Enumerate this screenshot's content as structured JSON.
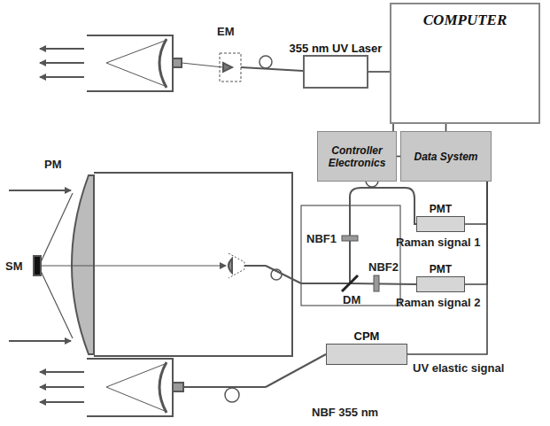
{
  "diagram": {
    "nodes": [
      {
        "text": [
          "COMPUTER"
        ]
      },
      {
        "text": [
          "355 nm UV Laser"
        ]
      },
      {
        "text": [
          "Controller Electronics"
        ]
      },
      {
        "text": [
          "Data System"
        ]
      },
      {
        "text": [
          "PMT"
        ]
      },
      {
        "text": [
          "PMT"
        ]
      },
      {
        "text": [
          "CPM"
        ]
      }
    ],
    "edges": [
      {
        "from": 1,
        "to": 0,
        "arrow": "none"
      },
      {
        "from": 2,
        "to": 0,
        "arrow": "none"
      },
      {
        "from": 3,
        "to": 0,
        "arrow": "none"
      },
      {
        "from": 2,
        "to": 3,
        "arrow": "none"
      },
      {
        "from": 4,
        "to": 3,
        "arrow": "none"
      },
      {
        "from": 5,
        "to": 3,
        "arrow": "none"
      },
      {
        "from": 6,
        "to": 3,
        "arrow": "none"
      }
    ],
    "labels": [
      "EM",
      "PM",
      "SM",
      "NBF1",
      "NBF2",
      "DM",
      "Raman signal 1",
      "Raman signal 2",
      "UV elastic signal",
      "NBF 355 nm"
    ]
  }
}
